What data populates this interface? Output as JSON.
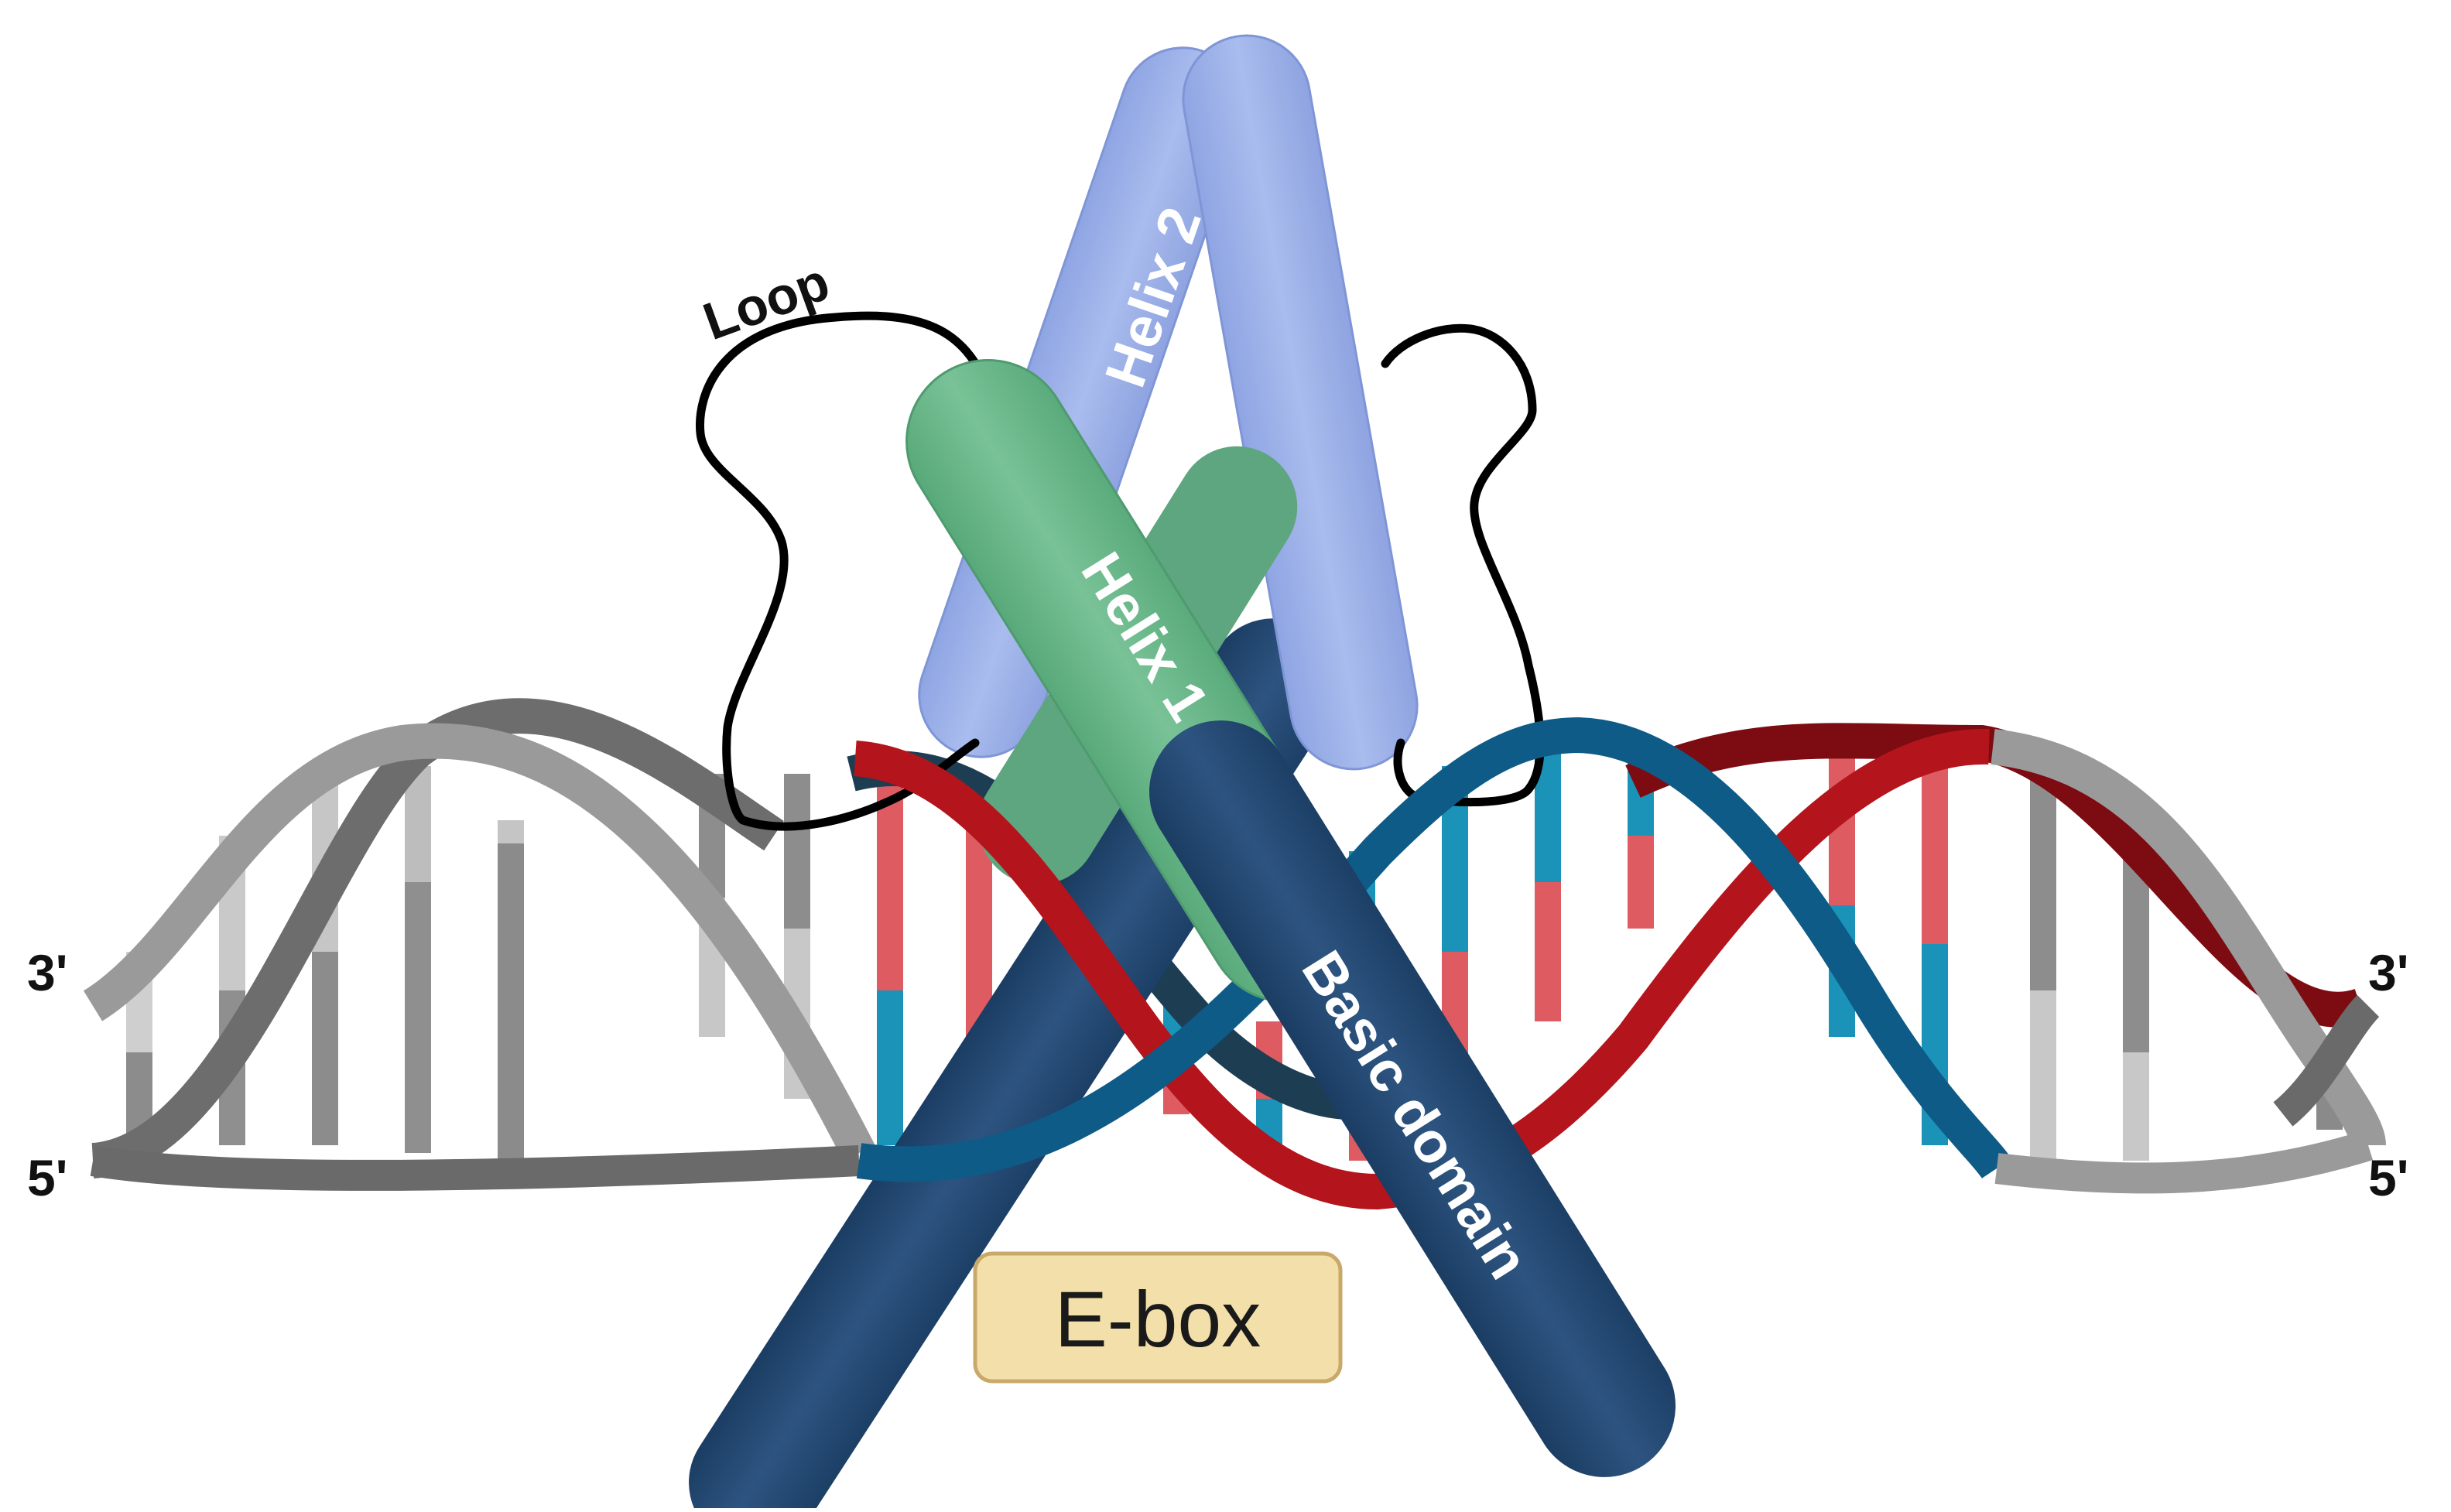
{
  "labels": {
    "loop": "Loop",
    "helix2": "Helix 2",
    "helix1": "Helix 1",
    "basic_domain": "Basic domain",
    "ebox": "E-box",
    "left_top_end": "3'",
    "left_bottom_end": "5'",
    "right_top_end": "3'",
    "right_bottom_end": "5'"
  },
  "colors": {
    "helix2": "#9db1e8",
    "helix1": "#6cb88c",
    "basic_domain": "#21466f",
    "ebox_fill": "#f3dfa9",
    "ebox_stroke": "#c9a96a",
    "dna_gray": "#8a8a8a",
    "dna_red": "#b4141c",
    "dna_blue": "#0d5b86",
    "base_red": "#dd5b61",
    "base_blue": "#1b93b9"
  }
}
